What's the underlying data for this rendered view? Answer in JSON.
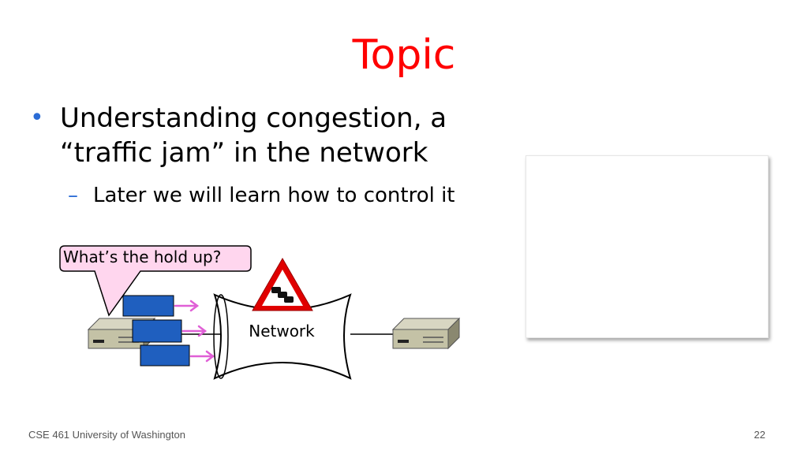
{
  "slide": {
    "title": "Topic",
    "bullet": "Understanding congestion, a “traffic jam” in the network",
    "sub_bullet": "Later we will learn how to control it"
  },
  "diagram": {
    "speech_bubble": "What’s the hold up?",
    "network_label": "Network",
    "warning_icon": "traffic-jam-warning-icon",
    "colors": {
      "packet": "#1f5fbf",
      "arrow": "#e05fd6",
      "bubble_fill": "#ffd6ee",
      "warning_red": "#e00000"
    }
  },
  "footer": {
    "course": "CSE 461 University of Washington",
    "page_number": "22"
  }
}
